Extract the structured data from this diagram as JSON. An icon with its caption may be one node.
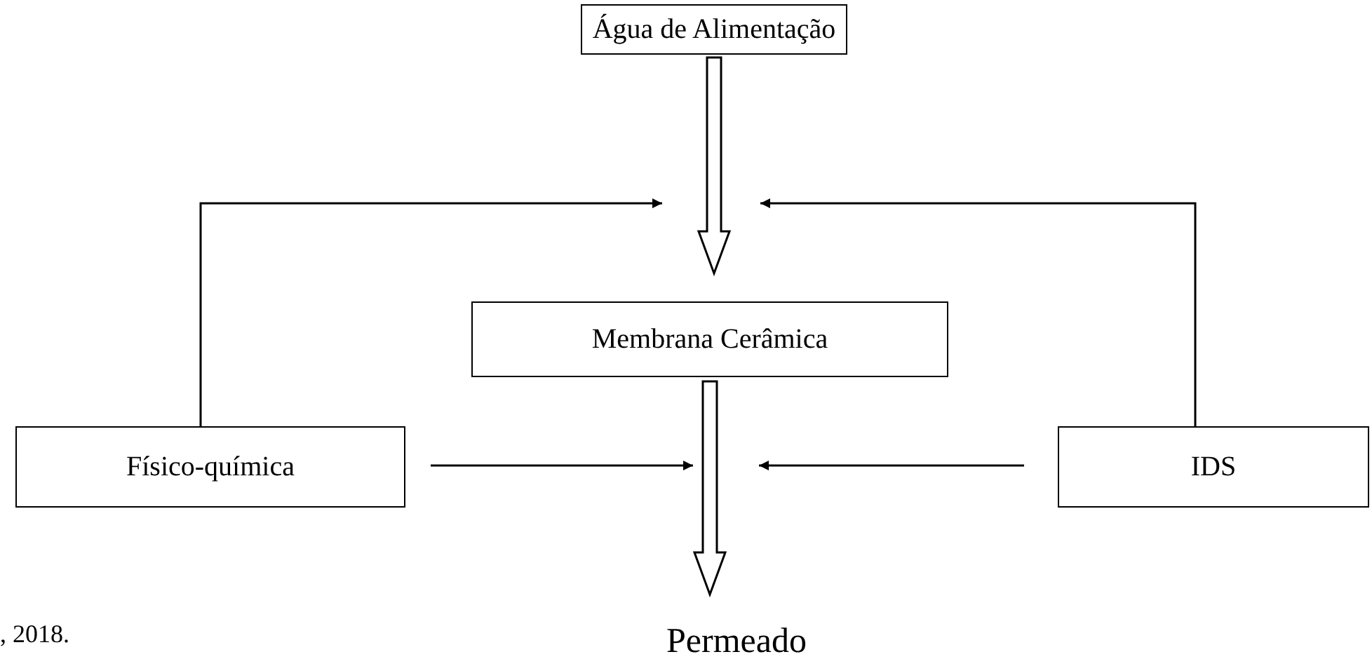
{
  "diagram": {
    "nodes": [
      {
        "text": [
          "Água de Alimentação"
        ]
      },
      {
        "text": [
          "Membrana Cerâmica"
        ]
      },
      {
        "text": [
          "Físico-química"
        ]
      },
      {
        "text": [
          "IDS"
        ]
      },
      {
        "text": [
          "Permeado"
        ]
      }
    ],
    "edges": [
      {
        "from": 0,
        "to": 1,
        "arrow": "to",
        "style": "thick"
      },
      {
        "from": 2,
        "to": null,
        "arrow": "to"
      },
      {
        "from": 3,
        "to": null,
        "arrow": "to"
      },
      {
        "from": 1,
        "to": 4,
        "arrow": "to",
        "style": "thick"
      },
      {
        "from": 2,
        "to": null,
        "arrow": "to"
      },
      {
        "from": 3,
        "to": null,
        "arrow": "to"
      }
    ],
    "labels": [
      ", 2018."
    ]
  }
}
